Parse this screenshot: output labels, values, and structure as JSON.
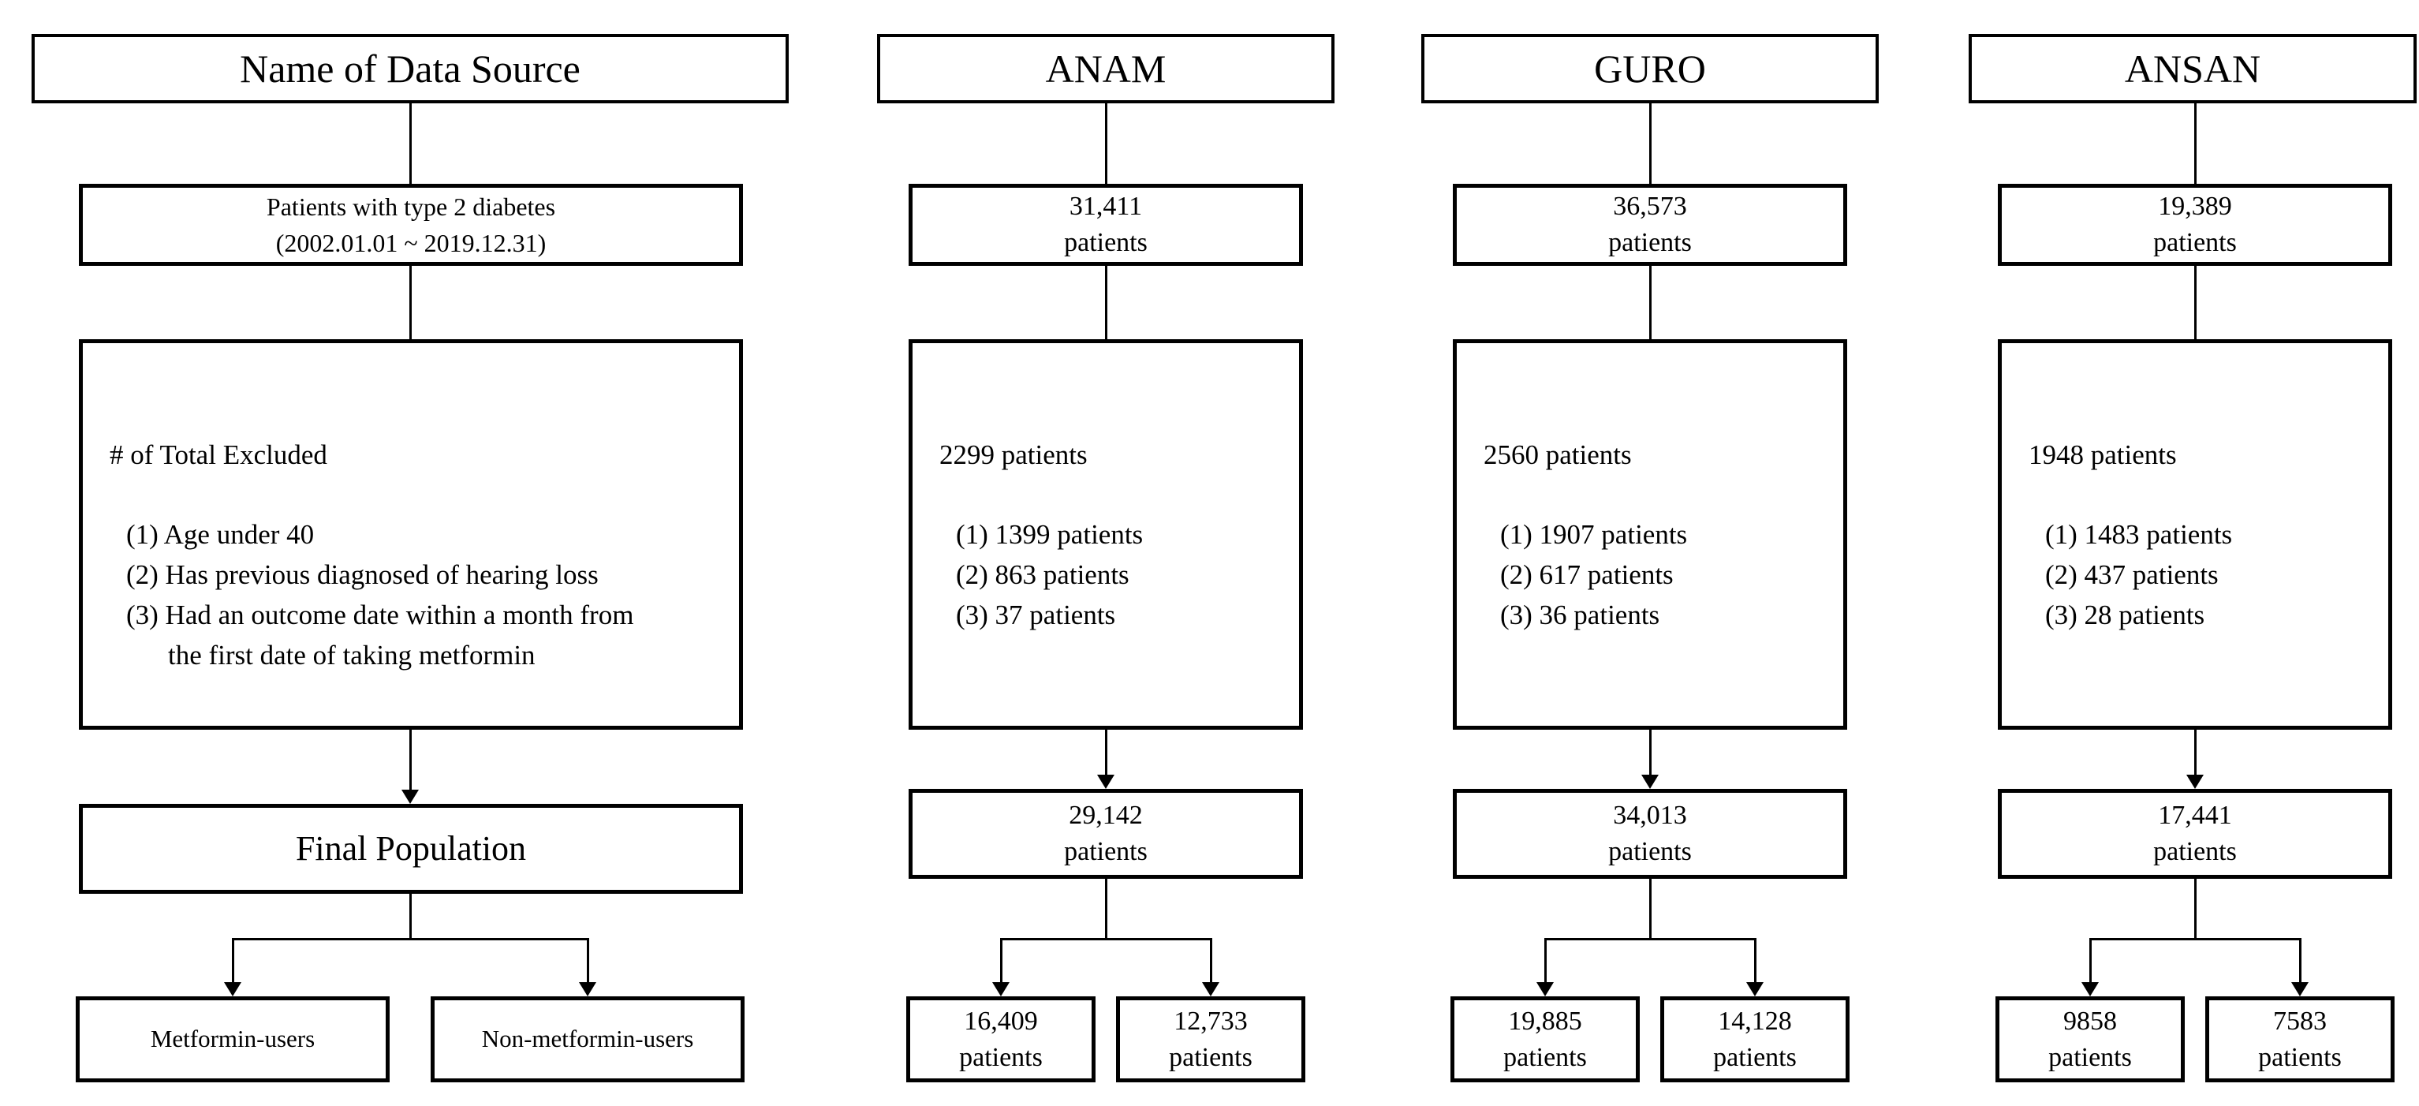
{
  "page": {
    "background": "#ffffff",
    "ink": "#000000"
  },
  "source": {
    "header": "Name of Data Source",
    "population_line1": "Patients with type 2 diabetes",
    "population_line2": "(2002.01.01 ~ 2019.12.31)",
    "excluded_title": "# of Total Excluded",
    "excluded_item1": "(1) Age under 40",
    "excluded_item2": "(2) Has previous diagnosed of hearing loss",
    "excluded_item3": "(3) Had an outcome date within a month from",
    "excluded_item3_cont": "the first date of taking metformin",
    "final_label": "Final Population",
    "metformin_label": "Metformin-users",
    "nonmetformin_label": "Non-metformin-users"
  },
  "hospitals": [
    {
      "name": "ANAM",
      "initial_count": "31,411",
      "initial_unit": "patients",
      "excluded_total": "2299 patients",
      "excluded_item1": "(1) 1399 patients",
      "excluded_item2": "(2) 863 patients",
      "excluded_item3": "(3) 37 patients",
      "after_exclusion_count": "29,142",
      "after_exclusion_unit": "patients",
      "metformin_count": "16,409",
      "metformin_unit": "patients",
      "nonmetformin_count": "12,733",
      "nonmetformin_unit": "patients"
    },
    {
      "name": "GURO",
      "initial_count": "36,573",
      "initial_unit": "patients",
      "excluded_total": "2560 patients",
      "excluded_item1": "(1) 1907 patients",
      "excluded_item2": "(2) 617 patients",
      "excluded_item3": "(3) 36 patients",
      "after_exclusion_count": "34,013",
      "after_exclusion_unit": "patients",
      "metformin_count": "19,885",
      "metformin_unit": "patients",
      "nonmetformin_count": "14,128",
      "nonmetformin_unit": "patients"
    },
    {
      "name": "ANSAN",
      "initial_count": "19,389",
      "initial_unit": "patients",
      "excluded_total": "1948 patients",
      "excluded_item1": "(1) 1483 patients",
      "excluded_item2": "(2) 437 patients",
      "excluded_item3": "(3) 28 patients",
      "after_exclusion_count": "17,441",
      "after_exclusion_unit": "patients",
      "metformin_count": "9858",
      "metformin_unit": "patients",
      "nonmetformin_count": "7583",
      "nonmetformin_unit": "patients"
    }
  ]
}
